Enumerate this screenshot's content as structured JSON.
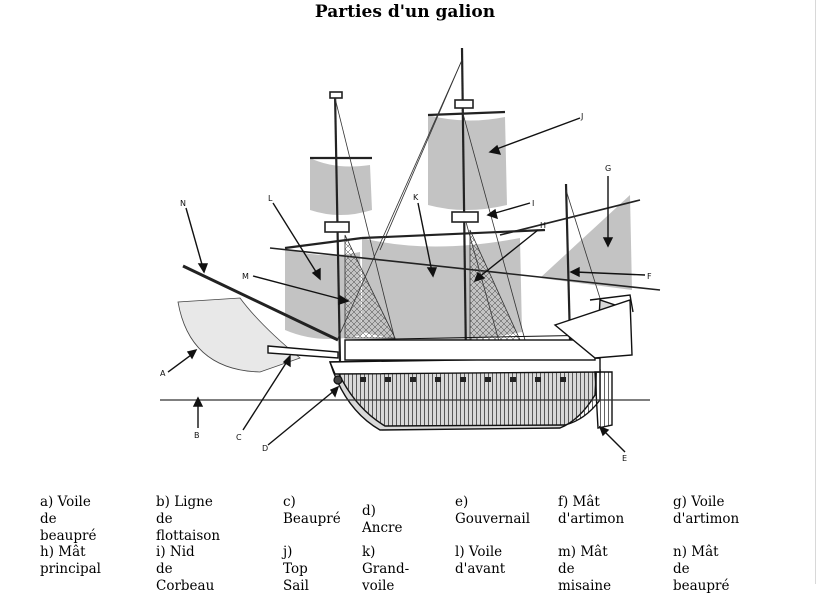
{
  "title": "Parties d'un galion",
  "labels": {
    "A": "A",
    "B": "B",
    "C": "C",
    "D": "D",
    "E": "E",
    "F": "F",
    "G": "G",
    "H": "H",
    "I": "I",
    "J": "J",
    "K": "K",
    "L": "L",
    "M": "M",
    "N": "N"
  },
  "legend": [
    {
      "line1": "a) Voile de",
      "line2": "beaupré"
    },
    {
      "line1": "b) Ligne de",
      "line2": "flottaison"
    },
    {
      "line1": "c)",
      "line2": "Beaupré"
    },
    {
      "line1": "d) Ancre",
      "line2": ""
    },
    {
      "line1": "e)",
      "line2": "Gouvernail"
    },
    {
      "line1": "f) Mât",
      "line2": "d'artimon"
    },
    {
      "line1": "g) Voile",
      "line2": "d'artimon"
    },
    {
      "line1": "h) Mât",
      "line2": "principal"
    },
    {
      "line1": "i) Nid de",
      "line2": "Corbeau"
    },
    {
      "line1": "j) Top",
      "line2": "Sail"
    },
    {
      "line1": "k) Grand-",
      "line2": "voile"
    },
    {
      "line1": "l) Voile",
      "line2": "d'avant"
    },
    {
      "line1": "m) Mât de",
      "line2": "misaine"
    },
    {
      "line1": "n) Mât de",
      "line2": "beaupré"
    }
  ]
}
